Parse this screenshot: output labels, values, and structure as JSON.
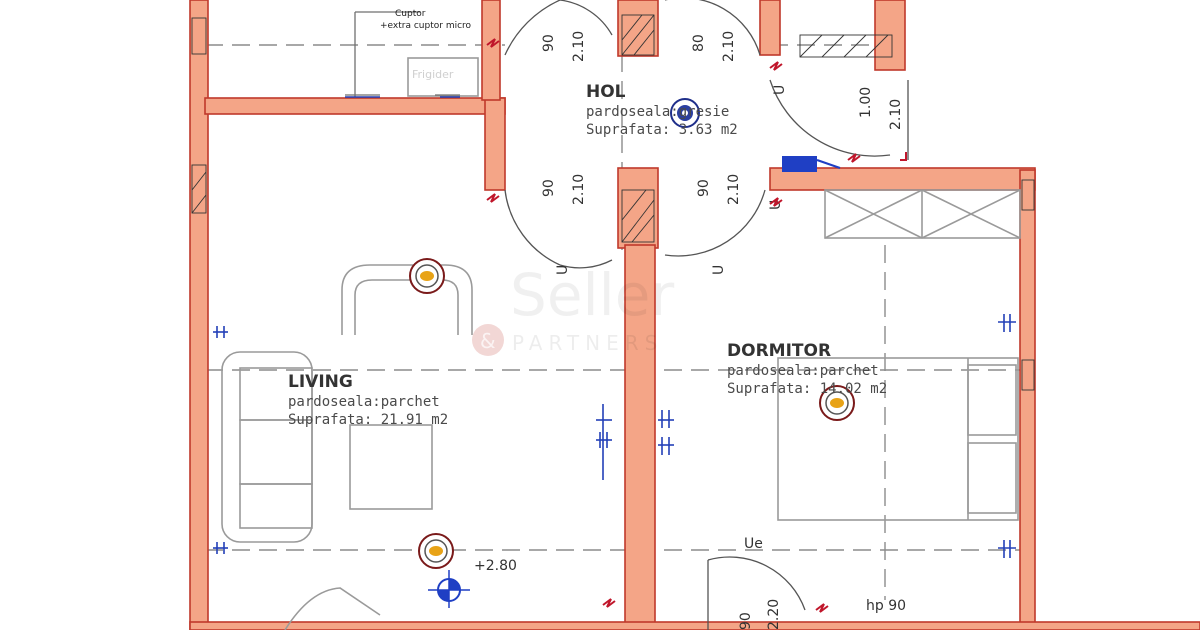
{
  "rooms": {
    "hol": {
      "name": "HOL",
      "floor": "pardoseala:gresie",
      "area": "Suprafata: 3.63 m2"
    },
    "living": {
      "name": "LIVING",
      "floor": "pardoseala:parchet",
      "area": "Suprafata: 21.91 m2"
    },
    "dormitor": {
      "name": "DORMITOR",
      "floor": "pardoseala:parchet",
      "area": "Suprafata: 14.02 m2"
    }
  },
  "kitchen": {
    "note_line1": "Cuptor",
    "note_line2": "+extra cuptor micro",
    "fridge": "Frigider"
  },
  "doors": {
    "hol_top_left": {
      "width": "90",
      "height": "2.10"
    },
    "hol_top_right": {
      "width": "80",
      "height": "2.10"
    },
    "hol_bottom_left": {
      "width": "90",
      "height": "2.10"
    },
    "hol_bottom_right": {
      "width": "90",
      "height": "2.10"
    },
    "entry": {
      "width": "1.00",
      "height": "2.10"
    },
    "dormitor_bottom": {
      "width": "90",
      "height": "2.20"
    }
  },
  "labels": {
    "elevation": "+2.80",
    "ue": "Ue",
    "hp": "hp 90"
  },
  "watermark": {
    "brand": "Seller",
    "sub": "PARTNERS",
    "mark": "&"
  },
  "colors": {
    "wall_fill": "#f4a587",
    "wall_stroke": "#c0392b",
    "light_center": "#e8a317"
  }
}
